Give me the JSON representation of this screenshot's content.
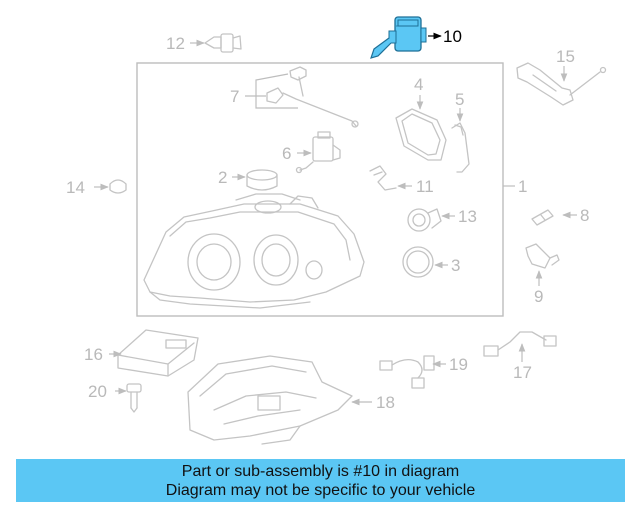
{
  "accent_color": "#5bc7f4",
  "highlight_part": "10",
  "callouts": {
    "c1": "1",
    "c2": "2",
    "c3": "3",
    "c4": "4",
    "c5": "5",
    "c6": "6",
    "c7": "7",
    "c8": "8",
    "c9": "9",
    "c10": "10",
    "c11": "11",
    "c12": "12",
    "c13": "13",
    "c14": "14",
    "c15": "15",
    "c16": "16",
    "c17": "17",
    "c18": "18",
    "c19": "19",
    "c20": "20"
  },
  "banner": {
    "line1": "Part or sub-assembly is #10 in diagram",
    "line2": "Diagram may not be specific to your vehicle"
  }
}
